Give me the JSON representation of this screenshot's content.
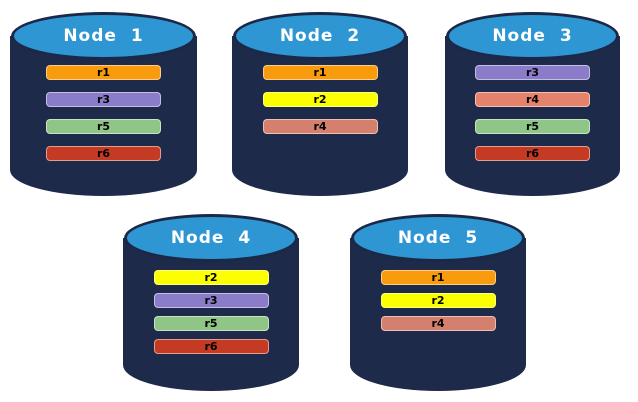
{
  "diagram": {
    "background": "#FFFFFF",
    "cylinder": {
      "body_color": "#1D2A4A",
      "cap_color": "#2E96D2",
      "cap_border_color": "#1B2847",
      "title_color": "#FFFFFF",
      "bar_text_color": "#000000",
      "bar_border_color": "rgba(255,255,255,0.5)"
    }
  },
  "nodes": [
    {
      "title": "Node 1",
      "replicas": [
        {
          "label": "r1",
          "color": "#F89B0C"
        },
        {
          "label": "r3",
          "color": "#8A7CC8"
        },
        {
          "label": "r5",
          "color": "#8FC687"
        },
        {
          "label": "r6",
          "color": "#C53A22"
        }
      ]
    },
    {
      "title": "Node 2",
      "replicas": [
        {
          "label": "r1",
          "color": "#F89B0C"
        },
        {
          "label": "r2",
          "color": "#FCFF00"
        },
        {
          "label": "r4",
          "color": "#D5806F"
        }
      ]
    },
    {
      "title": "Node 3",
      "replicas": [
        {
          "label": "r3",
          "color": "#8A7CC8"
        },
        {
          "label": "r4",
          "color": "#E5826B"
        },
        {
          "label": "r5",
          "color": "#8FC687"
        },
        {
          "label": "r6",
          "color": "#C53A22"
        }
      ]
    },
    {
      "title": "Node 4",
      "replicas": [
        {
          "label": "r2",
          "color": "#FCFF00"
        },
        {
          "label": "r3",
          "color": "#8A7CC8"
        },
        {
          "label": "r5",
          "color": "#8FC687"
        },
        {
          "label": "r6",
          "color": "#C53A22"
        }
      ]
    },
    {
      "title": "Node 5",
      "replicas": [
        {
          "label": "r1",
          "color": "#F89B0C"
        },
        {
          "label": "r2",
          "color": "#FCFF00"
        },
        {
          "label": "r4",
          "color": "#D5806F"
        }
      ]
    }
  ]
}
